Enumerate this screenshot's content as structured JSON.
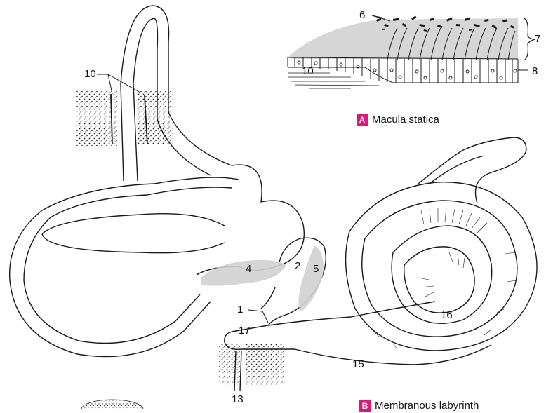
{
  "panels": {
    "a": {
      "letter": "A",
      "title": "Macula statica"
    },
    "b": {
      "letter": "B",
      "title": "Membranous labyrinth"
    }
  },
  "labels": {
    "l1": "1",
    "l2": "2",
    "l4": "4",
    "l5": "5",
    "l6": "6",
    "l7": "7",
    "l8": "8",
    "l10_macula": "10",
    "l10_duct": "10",
    "l13": "13",
    "l15": "15",
    "l16": "16",
    "l17": "17"
  },
  "colors": {
    "accent": "#e0177b",
    "line": "#1a1a1a",
    "macula_shading": "#d5d5d5",
    "stipple": "#222222"
  }
}
